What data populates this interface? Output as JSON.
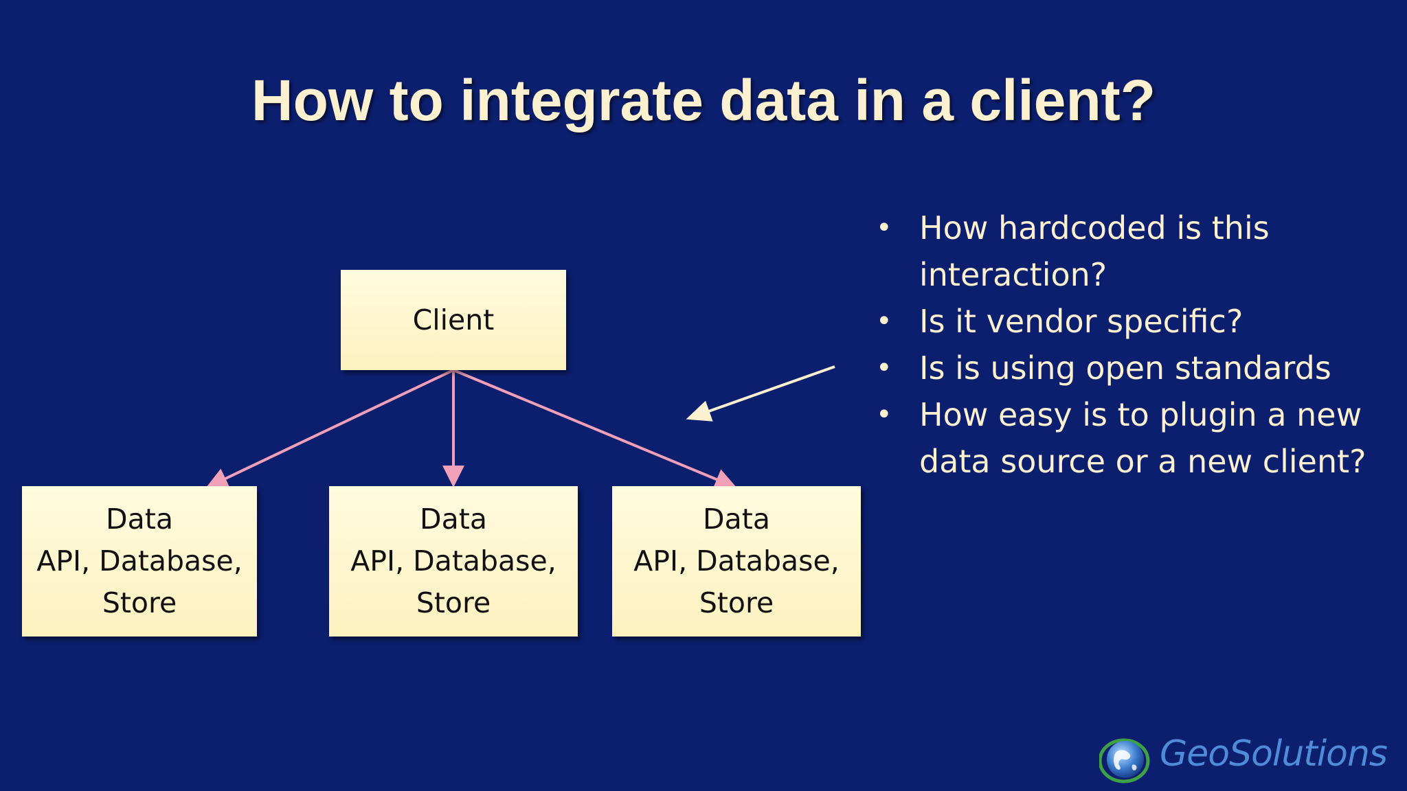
{
  "slide": {
    "title": "How to integrate data in a client?",
    "background_color": "#0c1f6e",
    "title_color": "#fbf0d0"
  },
  "diagram": {
    "client_label": "Client",
    "data_boxes": [
      {
        "line1": "Data",
        "line2": "API, Database,",
        "line3": "Store"
      },
      {
        "line1": "Data",
        "line2": "API, Database,",
        "line3": "Store"
      },
      {
        "line1": "Data",
        "line2": "API, Database,",
        "line3": "Store"
      }
    ],
    "connector_color": "#f0a0b8",
    "pointer_arrow_color": "#fbf0d0"
  },
  "bullets": [
    {
      "text": "How hardcoded is this interaction?"
    },
    {
      "text": "Is it vendor specific?"
    },
    {
      "text": "Is is using open standards"
    },
    {
      "text": "How easy is to plugin a new data source or a new client?"
    }
  ],
  "logo": {
    "name": "GeoSolutions",
    "icon": "globe-icon"
  }
}
